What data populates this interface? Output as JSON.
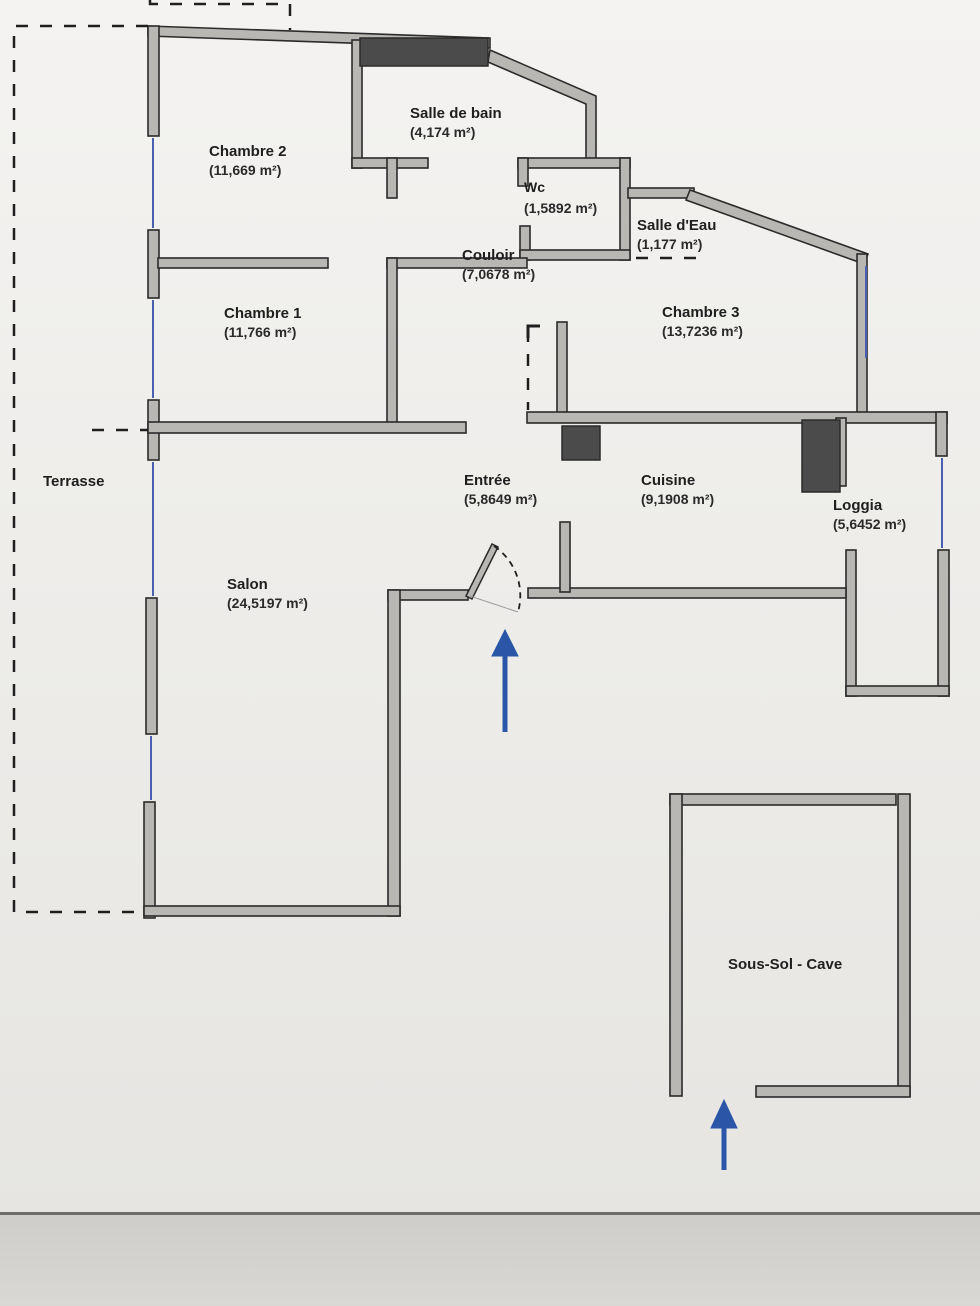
{
  "rooms": {
    "chambre2": {
      "name": "Chambre 2",
      "area": "(11,669 m²)"
    },
    "salle_de_bain": {
      "name": "Salle de bain",
      "area": "(4,174 m²)"
    },
    "wc": {
      "name": "Wc",
      "area": "(1,5892 m²)"
    },
    "salle_deau": {
      "name": "Salle d'Eau",
      "area": "(1,177 m²)"
    },
    "couloir": {
      "name": "Couloir",
      "area": "(7,0678 m²)"
    },
    "chambre1": {
      "name": "Chambre 1",
      "area": "(11,766 m²)"
    },
    "chambre3": {
      "name": "Chambre 3",
      "area": "(13,7236 m²)"
    },
    "terrasse": {
      "name": "Terrasse"
    },
    "entree": {
      "name": "Entrée",
      "area": "(5,8649 m²)"
    },
    "cuisine": {
      "name": "Cuisine",
      "area": "(9,1908 m²)"
    },
    "loggia": {
      "name": "Loggia",
      "area": "(5,6452 m²)"
    },
    "salon": {
      "name": "Salon",
      "area": "(24,5197 m²)"
    },
    "sous_sol": {
      "name": "Sous-Sol - Cave"
    }
  },
  "colors": {
    "wall_fill": "#b9b7b4",
    "wall_stroke": "#2b2b2b",
    "window": "#4a5fb0",
    "arrow": "#2b56a8",
    "column": "#4b4b4b"
  },
  "icons": [
    "entrance-arrow-icon",
    "cave-entrance-arrow-icon",
    "door-swing-icon"
  ]
}
